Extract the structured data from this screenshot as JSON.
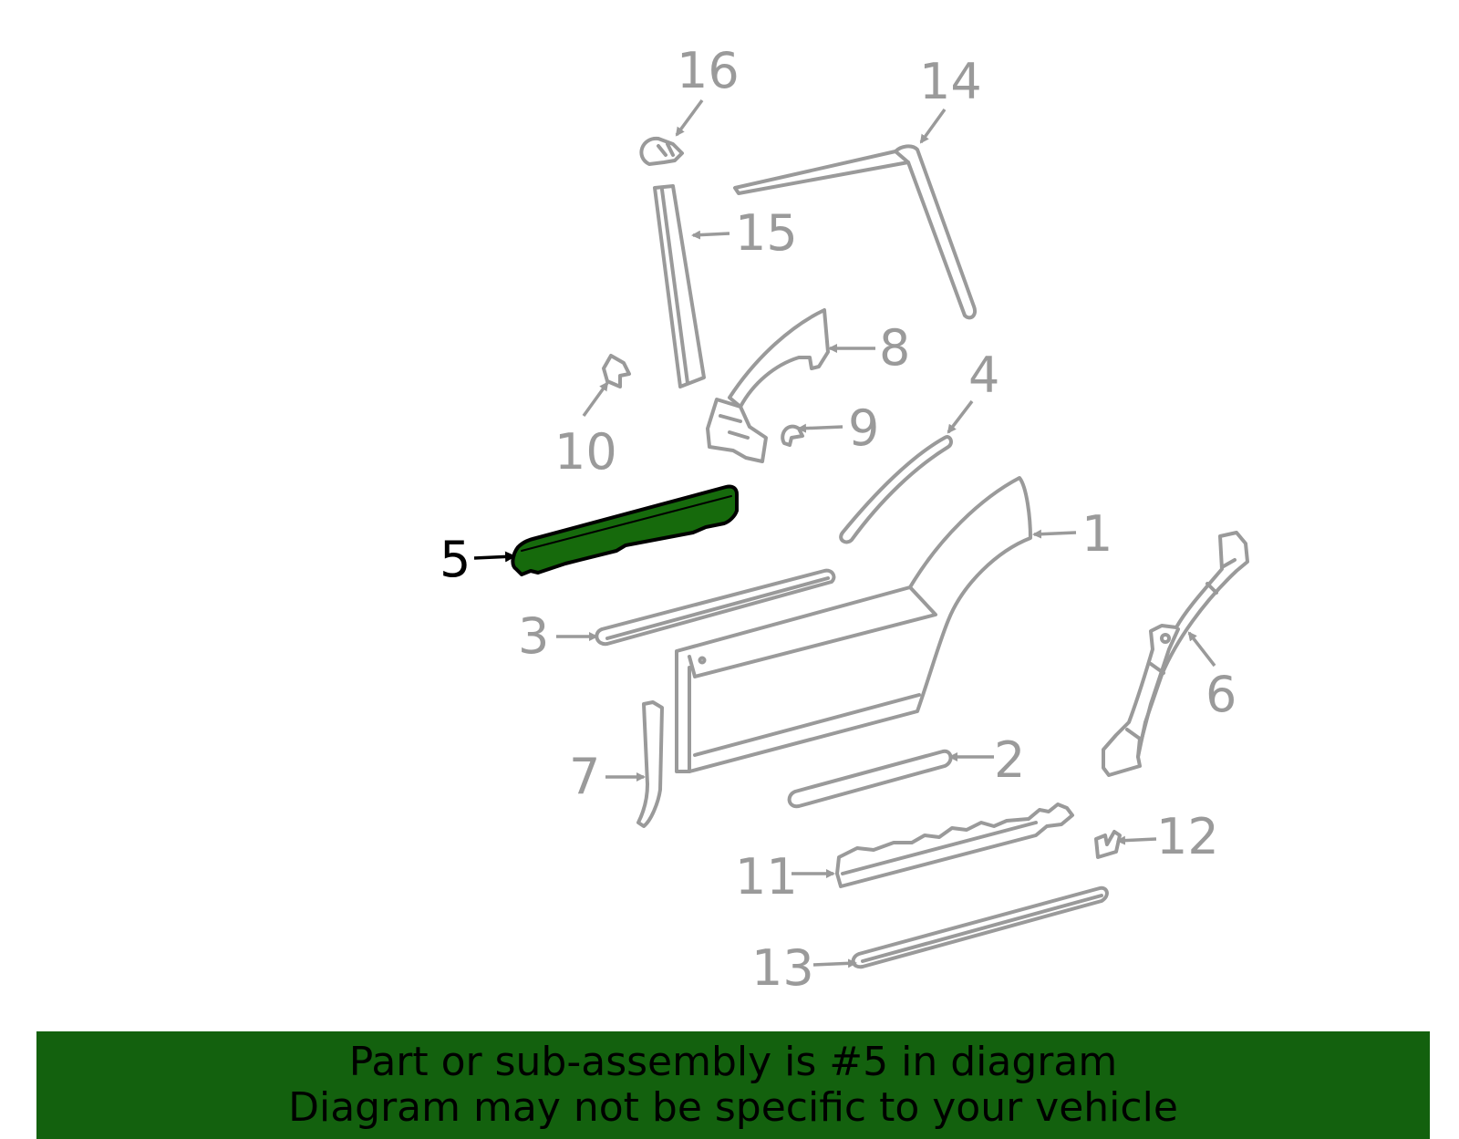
{
  "colors": {
    "part_outline": "#9a9a9a",
    "highlight_fill": "#166a0c",
    "highlight_outline": "#000000",
    "banner_background": "#13610e",
    "banner_text": "#000000",
    "background": "#ffffff"
  },
  "highlighted_part": "5",
  "callouts": [
    {
      "id": "1",
      "label": "1"
    },
    {
      "id": "2",
      "label": "2"
    },
    {
      "id": "3",
      "label": "3"
    },
    {
      "id": "4",
      "label": "4"
    },
    {
      "id": "5",
      "label": "5"
    },
    {
      "id": "6",
      "label": "6"
    },
    {
      "id": "7",
      "label": "7"
    },
    {
      "id": "8",
      "label": "8"
    },
    {
      "id": "9",
      "label": "9"
    },
    {
      "id": "10",
      "label": "10"
    },
    {
      "id": "11",
      "label": "11"
    },
    {
      "id": "12",
      "label": "12"
    },
    {
      "id": "13",
      "label": "13"
    },
    {
      "id": "14",
      "label": "14"
    },
    {
      "id": "15",
      "label": "15"
    },
    {
      "id": "16",
      "label": "16"
    }
  ],
  "banner": {
    "line1": "Part or sub-assembly is #5 in diagram",
    "line2": "Diagram may not be specific to your vehicle"
  }
}
